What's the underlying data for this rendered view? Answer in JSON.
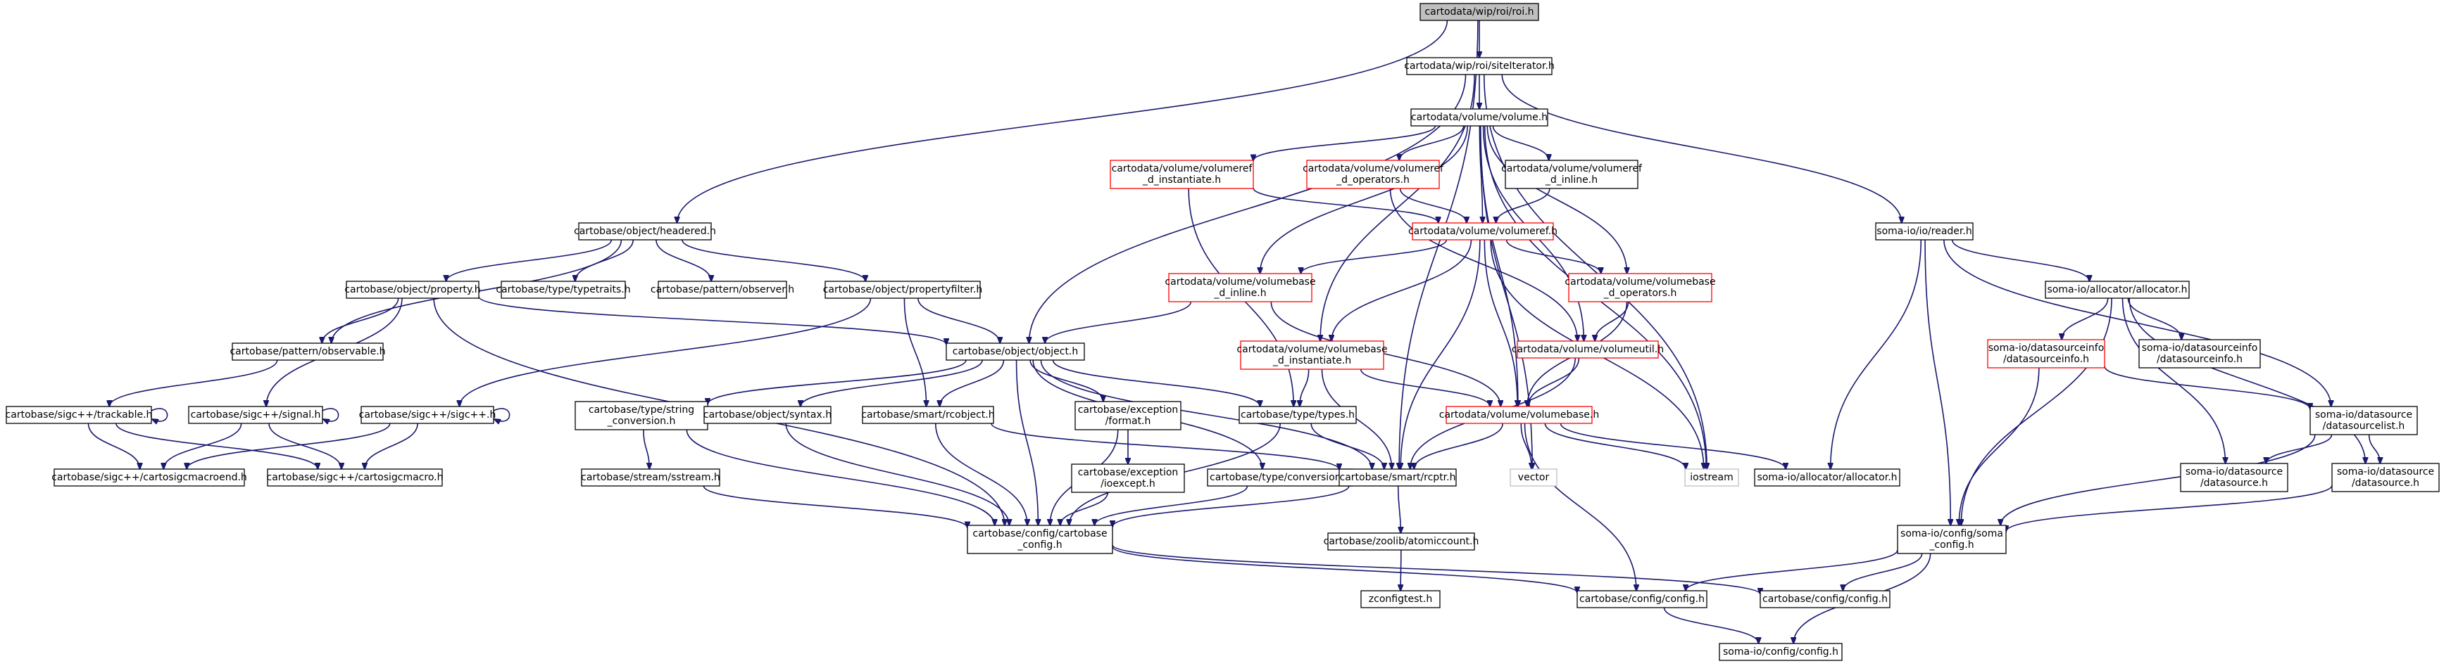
{
  "colors": {
    "edge": "#191970",
    "border_default": "#000000",
    "border_red": "#ff0000",
    "border_gray": "#bfbfbf",
    "root_fill": "#bfbfbf",
    "fill": "#ffffff"
  },
  "nodes": [
    {
      "id": "roi",
      "lines": [
        "cartodata/wip/roi/roi.h"
      ],
      "style": "root"
    },
    {
      "id": "siteiterator",
      "lines": [
        "cartodata/wip/roi/siteIterator.h"
      ],
      "style": "default"
    },
    {
      "id": "volume",
      "lines": [
        "cartodata/volume/volume.h"
      ],
      "style": "default"
    },
    {
      "id": "vref_inst",
      "lines": [
        "cartodata/volume/volumeref",
        "_d_instantiate.h"
      ],
      "style": "red"
    },
    {
      "id": "vref_ops",
      "lines": [
        "cartodata/volume/volumeref",
        "_d_operators.h"
      ],
      "style": "red"
    },
    {
      "id": "vref_inline",
      "lines": [
        "cartodata/volume/volumeref",
        "_d_inline.h"
      ],
      "style": "default"
    },
    {
      "id": "volumeref",
      "lines": [
        "cartodata/volume/volumeref.h"
      ],
      "style": "red"
    },
    {
      "id": "vbase_inline",
      "lines": [
        "cartodata/volume/volumebase",
        "_d_inline.h"
      ],
      "style": "red"
    },
    {
      "id": "vbase_ops",
      "lines": [
        "cartodata/volume/volumebase",
        "_d_operators.h"
      ],
      "style": "red"
    },
    {
      "id": "vbase_inst",
      "lines": [
        "cartodata/volume/volumebase",
        "_d_instantiate.h"
      ],
      "style": "red"
    },
    {
      "id": "volumeutil",
      "lines": [
        "cartodata/volume/volumeutil.h"
      ],
      "style": "red"
    },
    {
      "id": "volumebase",
      "lines": [
        "cartodata/volume/volumebase.h"
      ],
      "style": "red"
    },
    {
      "id": "headered",
      "lines": [
        "cartobase/object/headered.h"
      ],
      "style": "default"
    },
    {
      "id": "property",
      "lines": [
        "cartobase/object/property.h"
      ],
      "style": "default"
    },
    {
      "id": "typetraits",
      "lines": [
        "cartobase/type/typetraits.h"
      ],
      "style": "default"
    },
    {
      "id": "observer",
      "lines": [
        "cartobase/pattern/observer.h"
      ],
      "style": "default"
    },
    {
      "id": "propertyfilter",
      "lines": [
        "cartobase/object/propertyfilter.h"
      ],
      "style": "default"
    },
    {
      "id": "observable",
      "lines": [
        "cartobase/pattern/observable.h"
      ],
      "style": "default"
    },
    {
      "id": "object",
      "lines": [
        "cartobase/object/object.h"
      ],
      "style": "default"
    },
    {
      "id": "trackable",
      "lines": [
        "cartobase/sigc++/trackable.h"
      ],
      "style": "default"
    },
    {
      "id": "signal",
      "lines": [
        "cartobase/sigc++/signal.h"
      ],
      "style": "default"
    },
    {
      "id": "sigcpp",
      "lines": [
        "cartobase/sigc++/sigc++.h"
      ],
      "style": "default"
    },
    {
      "id": "macroend",
      "lines": [
        "cartobase/sigc++/cartosigcmacroend.h"
      ],
      "style": "default"
    },
    {
      "id": "macro",
      "lines": [
        "cartobase/sigc++/cartosigcmacro.h"
      ],
      "style": "default"
    },
    {
      "id": "strconv",
      "lines": [
        "cartobase/type/string",
        "_conversion.h"
      ],
      "style": "default"
    },
    {
      "id": "syntax",
      "lines": [
        "cartobase/object/syntax.h"
      ],
      "style": "default"
    },
    {
      "id": "rcobject",
      "lines": [
        "cartobase/smart/rcobject.h"
      ],
      "style": "default"
    },
    {
      "id": "excformat",
      "lines": [
        "cartobase/exception",
        "/format.h"
      ],
      "style": "default"
    },
    {
      "id": "types",
      "lines": [
        "cartobase/type/types.h"
      ],
      "style": "default"
    },
    {
      "id": "sstream",
      "lines": [
        "cartobase/stream/sstream.h"
      ],
      "style": "default"
    },
    {
      "id": "ioexcept",
      "lines": [
        "cartobase/exception",
        "/ioexcept.h"
      ],
      "style": "default"
    },
    {
      "id": "conversion",
      "lines": [
        "cartobase/type/conversion.h"
      ],
      "style": "default"
    },
    {
      "id": "rcptr",
      "lines": [
        "cartobase/smart/rcptr.h"
      ],
      "style": "default"
    },
    {
      "id": "vector",
      "lines": [
        "vector"
      ],
      "style": "gray"
    },
    {
      "id": "iostream",
      "lines": [
        "iostream"
      ],
      "style": "gray"
    },
    {
      "id": "cb_config_cb",
      "lines": [
        "cartobase/config/cartobase",
        "_config.h"
      ],
      "style": "default"
    },
    {
      "id": "atomiccount",
      "lines": [
        "cartobase/zoolib/atomiccount.h"
      ],
      "style": "default"
    },
    {
      "id": "zconfigtest",
      "lines": [
        "zconfigtest.h"
      ],
      "style": "default"
    },
    {
      "id": "cb_config1",
      "lines": [
        "cartobase/config/config.h"
      ],
      "style": "default"
    },
    {
      "id": "cb_config2",
      "lines": [
        "cartobase/config/config.h"
      ],
      "style": "default"
    },
    {
      "id": "soma_config",
      "lines": [
        "soma-io/config/config.h"
      ],
      "style": "default"
    },
    {
      "id": "reader",
      "lines": [
        "soma-io/io/reader.h"
      ],
      "style": "default"
    },
    {
      "id": "allocator",
      "lines": [
        "soma-io/allocator/allocator.h"
      ],
      "style": "default"
    },
    {
      "id": "dsinfo_red",
      "lines": [
        "soma-io/datasourceinfo",
        "/datasourceinfo.h"
      ],
      "style": "red"
    },
    {
      "id": "dsinfo",
      "lines": [
        "soma-io/datasourceinfo",
        "/datasourceinfo.h"
      ],
      "style": "default"
    },
    {
      "id": "dslist",
      "lines": [
        "soma-io/datasource",
        "/datasourcelist.h"
      ],
      "style": "default"
    },
    {
      "id": "alloc_h2",
      "lines": [
        "soma-io/allocator/allocator.h"
      ],
      "style": "default"
    },
    {
      "id": "ds1",
      "lines": [
        "soma-io/datasource",
        "/datasource.h"
      ],
      "style": "default"
    },
    {
      "id": "ds2",
      "lines": [
        "soma-io/datasource",
        "/datasource.h"
      ],
      "style": "default"
    },
    {
      "id": "soma_cfg_soma",
      "lines": [
        "soma-io/config/soma",
        "_config.h"
      ],
      "style": "default"
    }
  ]
}
